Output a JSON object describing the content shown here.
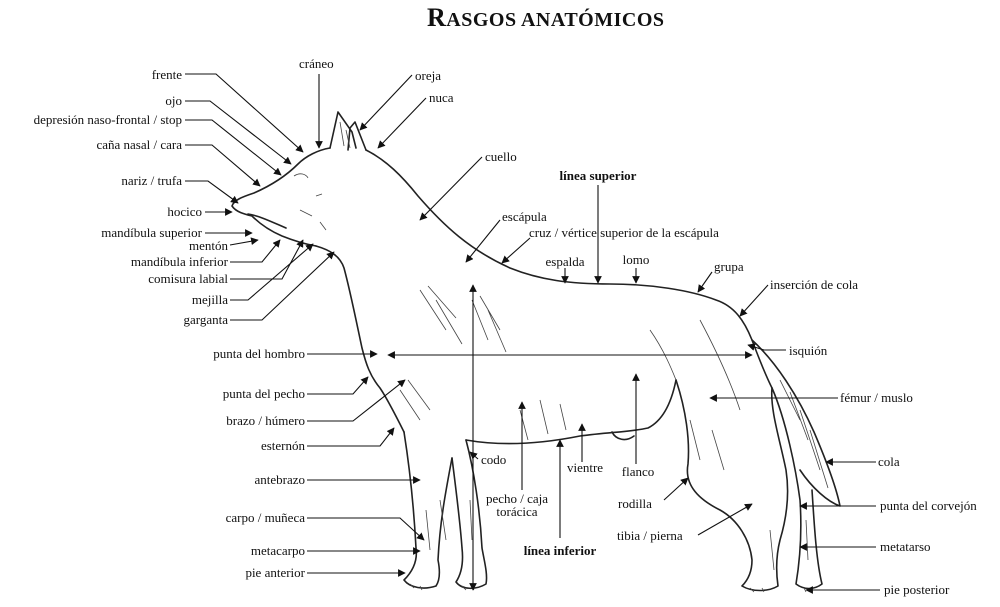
{
  "title_cap": "R",
  "title_rest": "ASGOS ANATÓMICOS",
  "colors": {
    "ink": "#111111",
    "background": "#ffffff"
  },
  "labels": {
    "craneo": "cráneo",
    "oreja": "oreja",
    "frente": "frente",
    "nuca": "nuca",
    "ojo": "ojo",
    "stop": "depresión naso-frontal / stop",
    "cana_nasal": "caña nasal / cara",
    "cuello": "cuello",
    "nariz": "nariz / trufa",
    "linea_superior": "línea superior",
    "hocico": "hocico",
    "escapula": "escápula",
    "mandibula_superior": "mandíbula superior",
    "cruz": "cruz / vértice superior de la escápula",
    "menton": "mentón",
    "mandibula_inferior": "mandíbula inferior",
    "espalda": "espalda",
    "lomo": "lomo",
    "grupa": "grupa",
    "comisura": "comisura labial",
    "insercion_cola": "inserción de cola",
    "mejilla": "mejilla",
    "garganta": "garganta",
    "punta_hombro": "punta del hombro",
    "isquion": "isquión",
    "punta_pecho": "punta del pecho",
    "femur": "fémur / muslo",
    "brazo": "brazo / húmero",
    "esternon": "esternón",
    "codo": "codo",
    "cola": "cola",
    "vientre": "vientre",
    "flanco": "flanco",
    "antebrazo": "antebrazo",
    "pecho_1": "pecho / caja",
    "pecho_2": "torácica",
    "rodilla": "rodilla",
    "punta_corvejon": "punta del corvejón",
    "carpo": "carpo / muñeca",
    "tibia": "tibia / pierna",
    "linea_inferior": "línea inferior",
    "metacarpo": "metacarpo",
    "metatarso": "metatarso",
    "pie_anterior": "pie anterior",
    "pie_posterior": "pie posterior"
  }
}
